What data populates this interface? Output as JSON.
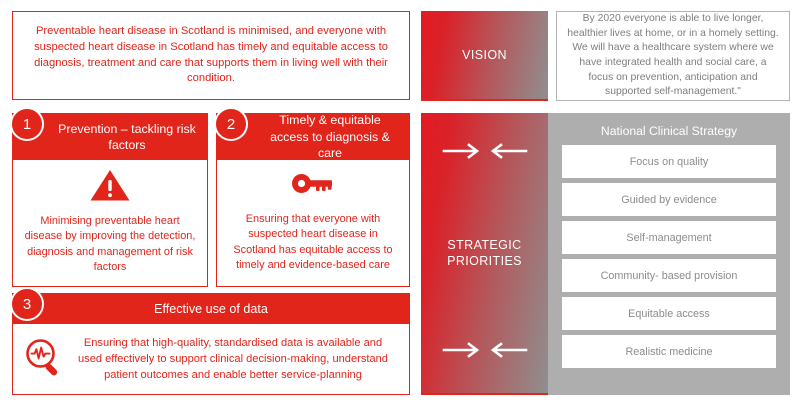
{
  "theme": {
    "red": "#E1251B",
    "gray_panel": "#AEAEAE",
    "gray_text": "#7E7E7E",
    "white": "#FFFFFF"
  },
  "aim": {
    "text": "Preventable heart disease in Scotland is minimised, and everyone with suspected heart disease in Scotland has timely and equitable access to diagnosis, treatment and care that supports them in living well with their condition."
  },
  "bands": {
    "vision_label": "VISION",
    "strategic_label": "STRATEGIC PRIORITIES"
  },
  "vision": {
    "text": "By 2020 everyone is able to live longer, healthier lives at home, or in a homely setting. We will have a healthcare system where we have integrated health and social care, a focus on prevention, anticipation and supported self-management.\""
  },
  "priorities": [
    {
      "number": "1",
      "title": "Prevention – tackling risk factors",
      "icon": "warning-triangle-icon",
      "description": "Minimising preventable heart disease by improving the detection, diagnosis and management of risk factors"
    },
    {
      "number": "2",
      "title": "Timely & equitable access to diagnosis & care",
      "icon": "key-icon",
      "description": "Ensuring that everyone with suspected heart disease in Scotland has equitable access to timely and evidence-based care"
    },
    {
      "number": "3",
      "title": "Effective use of data",
      "icon": "data-magnifier-icon",
      "description": "Ensuring that high-quality, standardised data is available and used effectively to support clinical decision-making, understand patient outcomes and enable better service-planning"
    }
  ],
  "national_clinical_strategy": {
    "title": "National Clinical Strategy",
    "items": [
      "Focus on quality",
      "Guided by evidence",
      "Self-management",
      "Community- based provision",
      "Equitable access",
      "Realistic medicine"
    ]
  }
}
